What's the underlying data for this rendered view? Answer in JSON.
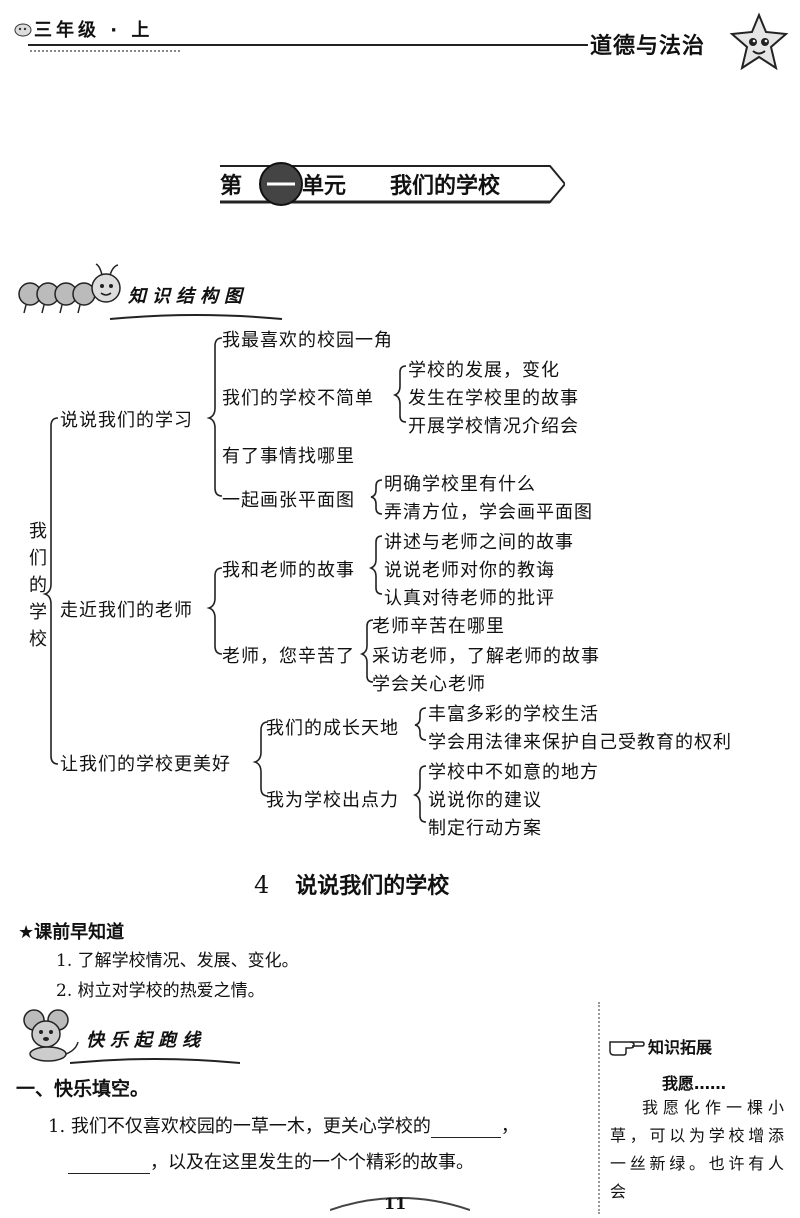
{
  "header": {
    "grade": "三年级 · 上",
    "subject": "道德与法治"
  },
  "unit": {
    "prefix": "第",
    "suffix": "单元",
    "title": "我们的学校"
  },
  "banner_structure": "知识结构图",
  "mindmap": {
    "root": "我们的学校",
    "b1": "说说我们的学习",
    "b1_1": "我最喜欢的校园一角",
    "b1_2": "我们的学校不简单",
    "b1_2_a": "学校的发展，变化",
    "b1_2_b": "发生在学校里的故事",
    "b1_2_c": "开展学校情况介绍会",
    "b1_3": "有了事情找哪里",
    "b1_4": "一起画张平面图",
    "b1_4_a": "明确学校里有什么",
    "b1_4_b": "弄清方位，学会画平面图",
    "b2": "走近我们的老师",
    "b2_1": "我和老师的故事",
    "b2_1_a": "讲述与老师之间的故事",
    "b2_1_b": "说说老师对你的教诲",
    "b2_1_c": "认真对待老师的批评",
    "b2_2": "老师，您辛苦了",
    "b2_2_a": "老师辛苦在哪里",
    "b2_2_b": "采访老师，了解老师的故事",
    "b2_2_c": "学会关心老师",
    "b3": "让我们的学校更美好",
    "b3_1": "我们的成长天地",
    "b3_1_a": "丰富多彩的学校生活",
    "b3_1_b": "学会用法律来保护自己受教育的权利",
    "b3_2": "我为学校出点力",
    "b3_2_a": "学校中不如意的地方",
    "b3_2_b": "说说你的建议",
    "b3_2_c": "制定行动方案"
  },
  "lesson": {
    "number": "4",
    "title": "说说我们的学校"
  },
  "preview": {
    "heading": "★课前早知道",
    "items": [
      "1. 了解学校情况、发展、变化。",
      "2. 树立对学校的热爱之情。"
    ]
  },
  "banner_practice": "快乐起跑线",
  "question": {
    "heading": "一、快乐填空。",
    "line1": "1. 我们不仅喜欢校园的一草一木，更关心学校的",
    "line1_end": "，",
    "line2": "，以及在这里发生的一个个精彩的故事。"
  },
  "side": {
    "heading": "知识拓展",
    "subtitle": "我愿……",
    "text": "我愿化作一棵小草，可以为学校增添一丝新绿。也许有人会"
  },
  "page_number": "11"
}
